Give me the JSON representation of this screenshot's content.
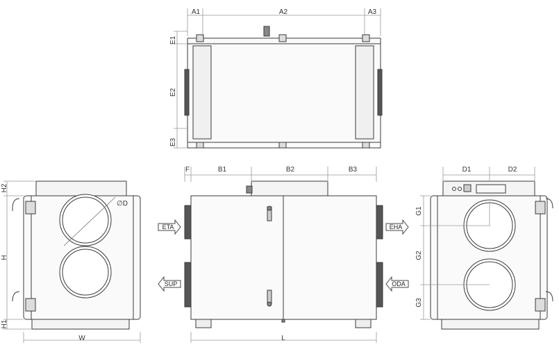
{
  "labels": {
    "top": {
      "a1": "A1",
      "a2": "A2",
      "a3": "A3",
      "e1": "E1",
      "e2": "E2",
      "e3": "E3"
    },
    "front": {
      "f": "F",
      "b1": "B1",
      "b2": "B2",
      "b3": "B3",
      "l": "L",
      "eta": "ETA",
      "sup": "SUP",
      "eha": "EHA",
      "oda": "ODA"
    },
    "left": {
      "h2": "H2",
      "h": "H",
      "h1": "H1",
      "w": "W",
      "d": "∅D"
    },
    "right": {
      "d1": "D1",
      "d2": "D2",
      "g1": "G1",
      "g2": "G2",
      "g3": "G3"
    }
  },
  "colors": {
    "line": "#3a3a3a",
    "thin": "#9a9a9a",
    "duct": "#555555",
    "fill": "#f4f4f4"
  }
}
